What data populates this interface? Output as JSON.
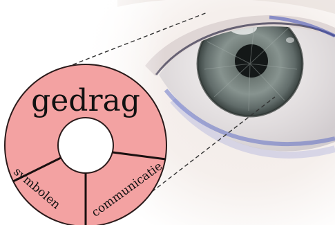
{
  "diagram": {
    "center_label": "gedrag",
    "segment_labels": {
      "left": "symbolen",
      "right": "communicatie"
    }
  },
  "colors": {
    "ring_fill": "#f3a2a2",
    "ring_stroke": "#2a1a1a",
    "iris_outer": "#4c5452",
    "iris_mid": "#7f8a86",
    "pupil": "#121515",
    "eyeliner_blue": "#3f50b8",
    "skin": "#efe7e2"
  },
  "icons": {
    "eye": "eye-photo-icon"
  }
}
